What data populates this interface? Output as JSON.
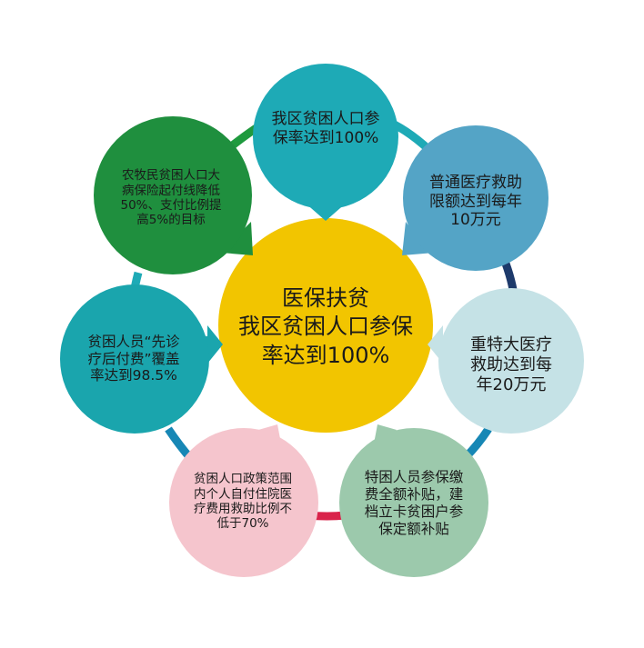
{
  "diagram": {
    "title": "医保扶贫",
    "center": {
      "lines": [
        "医保扶贫",
        "我区贫困人口参保",
        "率达到100%"
      ],
      "color": "#f2c500"
    },
    "nodes": [
      {
        "id": "top",
        "lines": [
          "我区贫困人口参",
          "保率达到100%"
        ],
        "color": "#1eaab6"
      },
      {
        "id": "top-right",
        "lines": [
          "普通医疗救助",
          "限额达到每年",
          "10万元"
        ],
        "color": "#54a4c6"
      },
      {
        "id": "right",
        "lines": [
          "重特大医疗",
          "救助达到每",
          "年20万元"
        ],
        "color": "#c5e2e6"
      },
      {
        "id": "bottom-right",
        "lines": [
          "特困人员参保缴",
          "费全额补贴，建",
          "档立卡贫困户参",
          "保定额补贴"
        ],
        "color": "#9cc9ac"
      },
      {
        "id": "bottom-left",
        "lines": [
          "贫困人口政策范围",
          "内个人自付住院医",
          "疗费用救助比例不",
          "低于70%"
        ],
        "color": "#f5c5cd"
      },
      {
        "id": "left",
        "lines": [
          "贫困人员“先诊",
          "疗后付费”覆盖",
          "率达到98.5%"
        ],
        "color": "#1aa5ad"
      },
      {
        "id": "top-left",
        "lines": [
          "农牧民贫困人口大",
          "病保险起付线降低",
          "50%、支付比例提",
          "高5%的目标"
        ],
        "color": "#1f8f3e"
      }
    ],
    "ring_segments": [
      {
        "between": "top-left → top",
        "color": "#1f9a3e"
      },
      {
        "between": "top → top-right",
        "color": "#1eaab6"
      },
      {
        "between": "top-right → right",
        "color": "#1d3a6b"
      },
      {
        "between": "right → bottom-right",
        "color": "#1787b5"
      },
      {
        "between": "bottom-right → bottom-left",
        "color": "#d9234a"
      },
      {
        "between": "bottom-left → left",
        "color": "#1787b5"
      },
      {
        "between": "left → top-left",
        "color": "#1eaab6"
      }
    ]
  }
}
